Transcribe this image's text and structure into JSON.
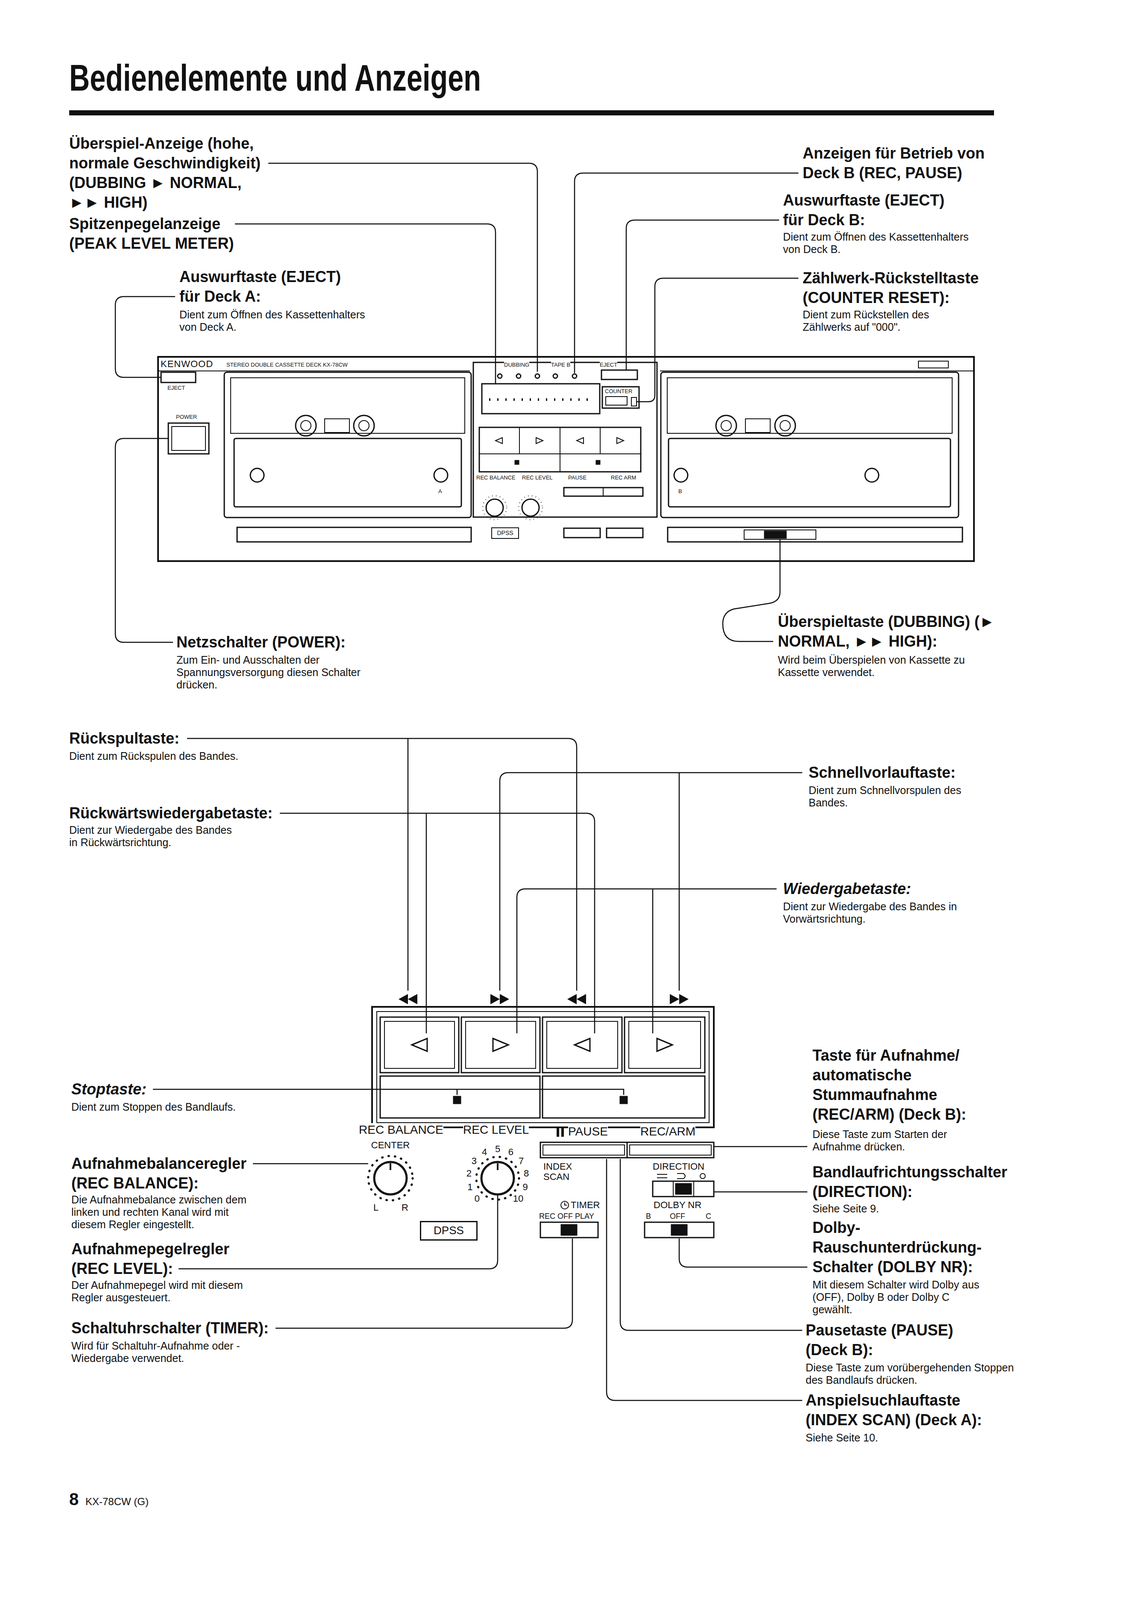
{
  "diagram": {
    "title": "Bedienelemente und Anzeigen",
    "nodes": [
      {
        "text": [
          "DPSS"
        ]
      },
      {
        "text": [
          "DPSS"
        ]
      }
    ],
    "labels": [
      "Überspiel-Anzeige (hohe, normale Geschwindigkeit) (DUBBING ► NORMAL, ►► HIGH)",
      "Spitzenpegelanzeige (PEAK LEVEL METER)",
      "Auswurftaste (EJECT) für Deck A:",
      "Dient zum Öffnen des Kassettenhalters von Deck A.",
      "Anzeigen für Betrieb von Deck B (REC, PAUSE)",
      "Auswurftaste (EJECT) für Deck B:",
      "Dient zum Öffnen des Kassettenhalters von Deck B.",
      "Zählwerk-Rückstelltaste (COUNTER RESET):",
      "Dient zum Rückstellen des Zählwerks auf \"000\".",
      "KENWOOD",
      "STEREO DOUBLE CASSETTE DECK KX-78CW",
      "EJECT",
      "POWER",
      "A",
      "DUBBING",
      "TAPE B",
      "EJECT",
      "COUNTER",
      "REC BALANCE",
      "REC LEVEL",
      "PAUSE",
      "REC ARM",
      "B",
      "Netzschalter (POWER):",
      "Zum Ein- und Ausschalten der Spannungsversorgung diesen Schalter drücken.",
      "Überspieltaste (DUBBING) (► NORMAL, ►► HIGH):",
      "Wird beim Überspielen von Kassette zu Kassette verwendet.",
      "Rückspultaste:",
      "Dient zum Rückspulen des Bandes.",
      "Rückwärtswiedergabetaste:",
      "Dient zur Wiedergabe des Bandes in Rückwärtsrichtung.",
      "Schnellvorlauftaste:",
      "Dient zum Schnellvorspulen des Bandes.",
      "Wiedergabetaste:",
      "Dient zur Wiedergabe des Bandes in Vorwärtsrichtung.",
      "Stoptaste:",
      "Dient zum Stoppen des Bandlaufs.",
      "REC BALANCE",
      "CENTER",
      "L",
      "R",
      "REC LEVEL",
      "0",
      "1",
      "2",
      "3",
      "4",
      "5",
      "6",
      "7",
      "8",
      "9",
      "10",
      "PAUSE",
      "REC/ARM",
      "INDEX SCAN",
      "DIRECTION",
      "TIMER",
      "REC OFF PLAY",
      "DOLBY NR",
      "B",
      "OFF",
      "C",
      "Aufnahmebalanceregler (REC BALANCE):",
      "Die Aufnahmebalance zwischen dem linken und rechten Kanal wird mit diesem Regler eingestellt.",
      "Aufnahmepegelregler (REC LEVEL):",
      "Der Aufnahmepegel wird mit diesem Regler ausgesteuert.",
      "Schaltuhrschalter (TIMER):",
      "Wird für Schaltuhr-Aufnahme oder -Wiedergabe verwendet.",
      "Taste für Aufnahme/ automatische Stummaufnahme (REC/ARM) (Deck B):",
      "Diese Taste zum Starten der Aufnahme drücken.",
      "Bandlaufrichtungsschalter (DIRECTION):",
      "Siehe Seite 9.",
      "Dolby-Rauschunterdrückung-Schalter (DOLBY NR):",
      "Mit diesem Schalter wird Dolby aus (OFF), Dolby B oder Dolby C gewählt.",
      "Pausetaste (PAUSE) (Deck B):",
      "Diese Taste zum vorübergehenden Stoppen des Bandlaufs drücken.",
      "Anspielsuchlauftaste (INDEX SCAN) (Deck A):",
      "Siehe Seite 10.",
      "8",
      "KX-78CW (G)"
    ]
  }
}
